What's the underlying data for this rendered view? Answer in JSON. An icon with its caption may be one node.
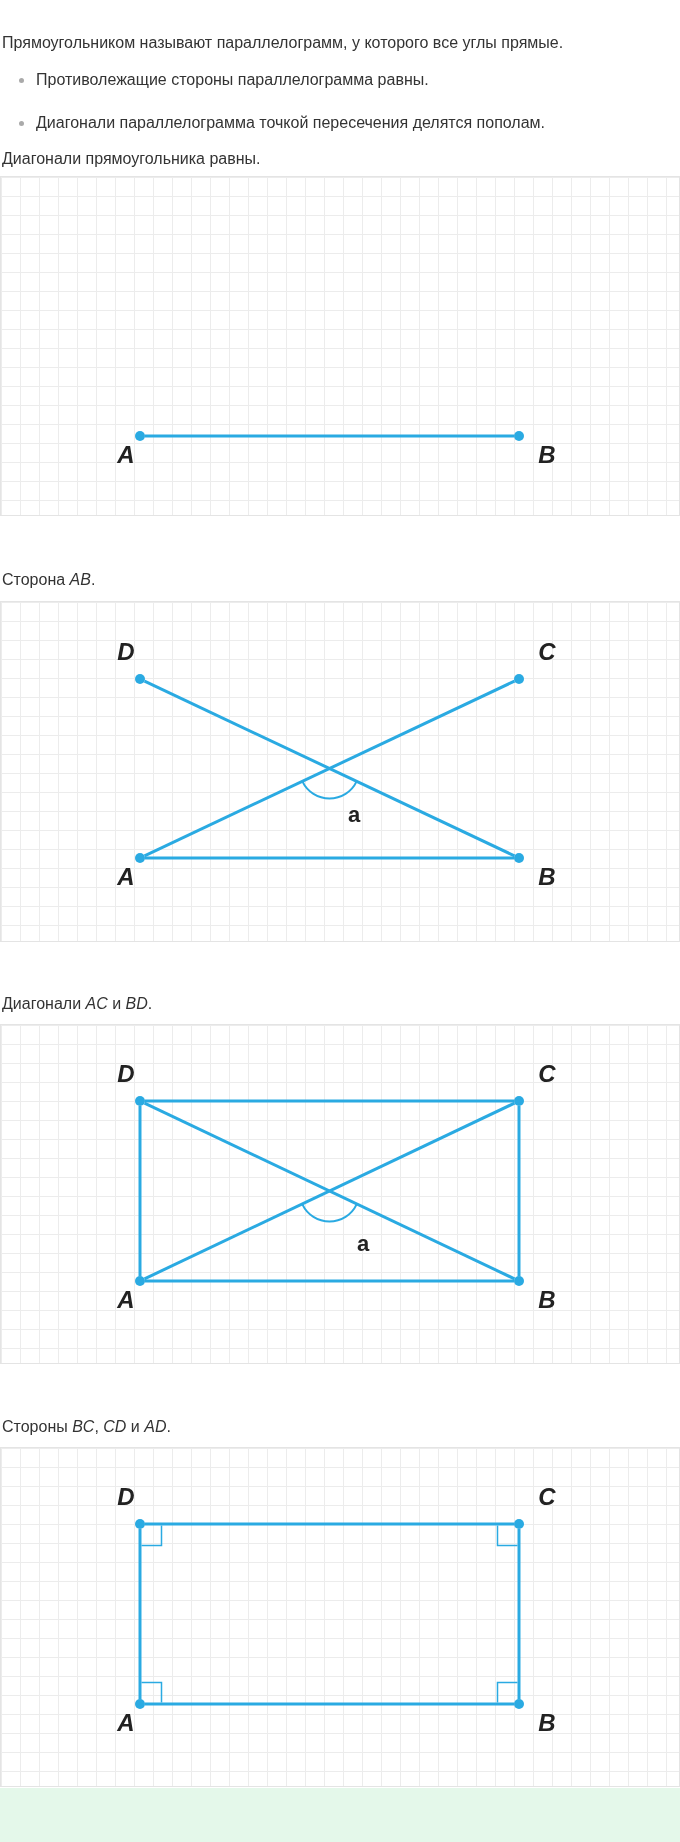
{
  "diagram": {
    "nodes": [
      {
        "text": [],
        "shape": "box"
      },
      {
        "text": [],
        "shape": "circle",
        "in": 0,
        "beside": [
          "A"
        ]
      },
      {
        "text": [],
        "shape": "circle",
        "in": 0,
        "beside": [
          "B"
        ]
      },
      {
        "text": [],
        "shape": "box"
      },
      {
        "text": [],
        "shape": "circle",
        "in": 3,
        "beside": [
          "D"
        ]
      },
      {
        "text": [],
        "shape": "circle",
        "in": 3,
        "beside": [
          "C"
        ]
      },
      {
        "text": [],
        "shape": "circle",
        "in": 3,
        "beside": [
          "A"
        ]
      },
      {
        "text": [],
        "shape": "circle",
        "in": 3,
        "beside": [
          "B"
        ]
      },
      {
        "text": [],
        "shape": "box"
      },
      {
        "text": [],
        "shape": "circle",
        "in": 8,
        "beside": [
          "D"
        ]
      },
      {
        "text": [],
        "shape": "circle",
        "in": 8,
        "beside": [
          "C"
        ]
      },
      {
        "text": [],
        "shape": "circle",
        "in": 8,
        "beside": [
          "A"
        ]
      },
      {
        "text": [],
        "shape": "circle",
        "in": 8,
        "beside": [
          "B"
        ]
      },
      {
        "text": [],
        "shape": "box"
      },
      {
        "text": [],
        "shape": "circle",
        "in": 13,
        "beside": [
          "D"
        ]
      },
      {
        "text": [],
        "shape": "circle",
        "in": 13,
        "beside": [
          "C"
        ]
      },
      {
        "text": [],
        "shape": "circle",
        "in": 13,
        "beside": [
          "A"
        ]
      },
      {
        "text": [],
        "shape": "circle",
        "in": 13,
        "beside": [
          "B"
        ]
      }
    ],
    "edges": [
      {
        "from": 1,
        "to": 2,
        "arrow": "none"
      },
      {
        "from": 6,
        "to": 7,
        "arrow": "none"
      },
      {
        "from": 4,
        "to": 7,
        "arrow": "none"
      },
      {
        "from": 6,
        "to": 5,
        "arrow": "none"
      },
      {
        "from": 9,
        "to": 10,
        "arrow": "none"
      },
      {
        "from": 11,
        "to": 12,
        "arrow": "none"
      },
      {
        "from": 11,
        "to": 9,
        "arrow": "none"
      },
      {
        "from": 12,
        "to": 10,
        "arrow": "none"
      },
      {
        "from": 9,
        "to": 12,
        "arrow": "none"
      },
      {
        "from": 11,
        "to": 10,
        "arrow": "none"
      },
      {
        "from": 14,
        "to": 15,
        "arrow": "none"
      },
      {
        "from": 16,
        "to": 17,
        "arrow": "none"
      },
      {
        "from": 16,
        "to": 14,
        "arrow": "none"
      },
      {
        "from": 17,
        "to": 15,
        "arrow": "none"
      }
    ],
    "labels": [
      "Прямоугольником называют параллелограмм, у которого все углы прямые.",
      "Противолежащие стороны параллелограмма равны.",
      "Диагонали параллелограмма точкой пересечения делятся пополам.",
      "Диагонали прямоугольника равны.",
      "Сторона *AB*.",
      "a",
      "Диагонали *AC* и *BD*.",
      "a",
      "Стороны *BC*, *CD* и *AD*."
    ]
  }
}
